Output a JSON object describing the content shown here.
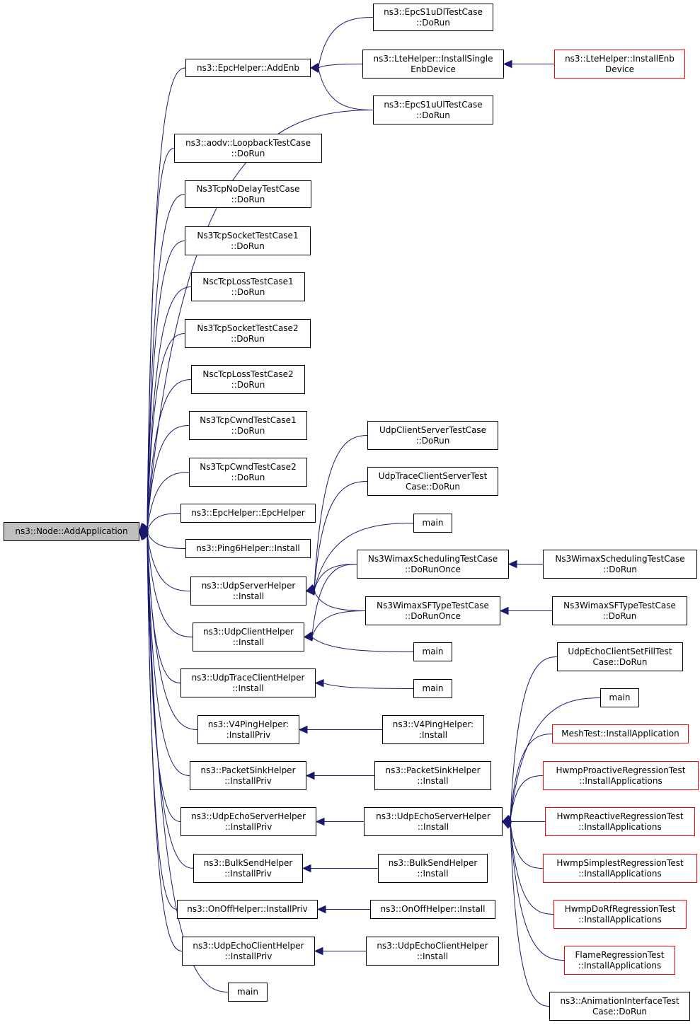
{
  "colors": {
    "edge": "#191970",
    "border": "#000000",
    "border_external": "#ff0000",
    "root_fill": "#bfbfbf",
    "fill": "#ffffff"
  },
  "nodes": [
    {
      "id": "root",
      "lines": [
        "ns3::Node::AddApplication"
      ],
      "style": "root"
    },
    {
      "id": "epchelper-addenb",
      "lines": [
        "ns3::EpcHelper::AddEnb"
      ]
    },
    {
      "id": "epcs1udl",
      "lines": [
        "ns3::EpcS1uDlTestCase",
        "::DoRun"
      ]
    },
    {
      "id": "ltehelper-single",
      "lines": [
        "ns3::LteHelper::InstallSingle",
        "EnbDevice"
      ]
    },
    {
      "id": "ltehelper-enb",
      "lines": [
        "ns3::LteHelper::InstallEnb",
        "Device"
      ],
      "style": "red"
    },
    {
      "id": "epcs1uul",
      "lines": [
        "ns3::EpcS1uUlTestCase",
        "::DoRun"
      ]
    },
    {
      "id": "aodv-loopback",
      "lines": [
        "ns3::aodv::LoopbackTestCase",
        "::DoRun"
      ]
    },
    {
      "id": "tcpnodelay",
      "lines": [
        "Ns3TcpNoDelayTestCase",
        "::DoRun"
      ]
    },
    {
      "id": "tcpsocket1",
      "lines": [
        "Ns3TcpSocketTestCase1",
        "::DoRun"
      ]
    },
    {
      "id": "nsctcploss1",
      "lines": [
        "NscTcpLossTestCase1",
        "::DoRun"
      ]
    },
    {
      "id": "tcpsocket2",
      "lines": [
        "Ns3TcpSocketTestCase2",
        "::DoRun"
      ]
    },
    {
      "id": "nsctcploss2",
      "lines": [
        "NscTcpLossTestCase2",
        "::DoRun"
      ]
    },
    {
      "id": "tcpcwnd1",
      "lines": [
        "Ns3TcpCwndTestCase1",
        "::DoRun"
      ]
    },
    {
      "id": "tcpcwnd2",
      "lines": [
        "Ns3TcpCwndTestCase2",
        "::DoRun"
      ]
    },
    {
      "id": "epchelper-ctor",
      "lines": [
        "ns3::EpcHelper::EpcHelper"
      ]
    },
    {
      "id": "ping6-install",
      "lines": [
        "ns3::Ping6Helper::Install"
      ]
    },
    {
      "id": "udpserver-install",
      "lines": [
        "ns3::UdpServerHelper",
        "::Install"
      ]
    },
    {
      "id": "udpclient-install",
      "lines": [
        "ns3::UdpClientHelper",
        "::Install"
      ]
    },
    {
      "id": "udptrace-install",
      "lines": [
        "ns3::UdpTraceClientHelper",
        "::Install"
      ]
    },
    {
      "id": "v4ping-priv",
      "lines": [
        "ns3::V4PingHelper:",
        ":InstallPriv"
      ]
    },
    {
      "id": "packetsink-priv",
      "lines": [
        "ns3::PacketSinkHelper",
        "::InstallPriv"
      ]
    },
    {
      "id": "udpechoserver-priv",
      "lines": [
        "ns3::UdpEchoServerHelper",
        "::InstallPriv"
      ]
    },
    {
      "id": "bulksend-priv",
      "lines": [
        "ns3::BulkSendHelper",
        "::InstallPriv"
      ]
    },
    {
      "id": "onoff-priv",
      "lines": [
        "ns3::OnOffHelper::InstallPriv"
      ]
    },
    {
      "id": "udpechoclient-priv",
      "lines": [
        "ns3::UdpEchoClientHelper",
        "::InstallPriv"
      ]
    },
    {
      "id": "main-root",
      "lines": [
        "main"
      ]
    },
    {
      "id": "udpclientserver-test",
      "lines": [
        "UdpClientServerTestCase",
        "::DoRun"
      ]
    },
    {
      "id": "udptraceclientserver-test",
      "lines": [
        "UdpTraceClientServerTest",
        "Case::DoRun"
      ]
    },
    {
      "id": "main-1",
      "lines": [
        "main"
      ]
    },
    {
      "id": "wimaxsched-once",
      "lines": [
        "Ns3WimaxSchedulingTestCase",
        "::DoRunOnce"
      ]
    },
    {
      "id": "wimaxsched-run",
      "lines": [
        "Ns3WimaxSchedulingTestCase",
        "::DoRun"
      ]
    },
    {
      "id": "wimaxsf-once",
      "lines": [
        "Ns3WimaxSFTypeTestCase",
        "::DoRunOnce"
      ]
    },
    {
      "id": "wimaxsf-run",
      "lines": [
        "Ns3WimaxSFTypeTestCase",
        "::DoRun"
      ]
    },
    {
      "id": "main-2",
      "lines": [
        "main"
      ]
    },
    {
      "id": "main-3",
      "lines": [
        "main"
      ]
    },
    {
      "id": "v4ping-install",
      "lines": [
        "ns3::V4PingHelper:",
        ":Install"
      ]
    },
    {
      "id": "packetsink-install",
      "lines": [
        "ns3::PacketSinkHelper",
        "::Install"
      ]
    },
    {
      "id": "udpechoserver-install",
      "lines": [
        "ns3::UdpEchoServerHelper",
        "::Install"
      ]
    },
    {
      "id": "bulksend-install",
      "lines": [
        "ns3::BulkSendHelper",
        "::Install"
      ]
    },
    {
      "id": "onoff-install",
      "lines": [
        "ns3::OnOffHelper::Install"
      ]
    },
    {
      "id": "udpechoclient-install",
      "lines": [
        "ns3::UdpEchoClientHelper",
        "::Install"
      ]
    },
    {
      "id": "udpechoclientsetfill",
      "lines": [
        "UdpEchoClientSetFillTest",
        "Case::DoRun"
      ]
    },
    {
      "id": "main-4",
      "lines": [
        "main"
      ]
    },
    {
      "id": "meshtest",
      "lines": [
        "MeshTest::InstallApplication"
      ],
      "style": "red"
    },
    {
      "id": "hwmpproactive",
      "lines": [
        "HwmpProactiveRegressionTest",
        "::InstallApplications"
      ],
      "style": "red"
    },
    {
      "id": "hwmpreactive",
      "lines": [
        "HwmpReactiveRegressionTest",
        "::InstallApplications"
      ],
      "style": "red"
    },
    {
      "id": "hwmpsimplest",
      "lines": [
        "HwmpSimplestRegressionTest",
        "::InstallApplications"
      ],
      "style": "red"
    },
    {
      "id": "hwmpdorf",
      "lines": [
        "HwmpDoRfRegressionTest",
        "::InstallApplications"
      ],
      "style": "red"
    },
    {
      "id": "flame",
      "lines": [
        "FlameRegressionTest",
        "::InstallApplications"
      ],
      "style": "red"
    },
    {
      "id": "animation",
      "lines": [
        "ns3::AnimationInterfaceTest",
        "Case::DoRun"
      ]
    }
  ],
  "edges": [
    [
      "epchelper-addenb",
      "root"
    ],
    [
      "epcs1uul",
      "root"
    ],
    [
      "aodv-loopback",
      "root"
    ],
    [
      "tcpnodelay",
      "root"
    ],
    [
      "tcpsocket1",
      "root"
    ],
    [
      "nsctcploss1",
      "root"
    ],
    [
      "tcpsocket2",
      "root"
    ],
    [
      "nsctcploss2",
      "root"
    ],
    [
      "tcpcwnd1",
      "root"
    ],
    [
      "tcpcwnd2",
      "root"
    ],
    [
      "epchelper-ctor",
      "root"
    ],
    [
      "ping6-install",
      "root"
    ],
    [
      "udpserver-install",
      "root"
    ],
    [
      "udpclient-install",
      "root"
    ],
    [
      "udptrace-install",
      "root"
    ],
    [
      "v4ping-priv",
      "root"
    ],
    [
      "packetsink-priv",
      "root"
    ],
    [
      "udpechoserver-priv",
      "root"
    ],
    [
      "bulksend-priv",
      "root"
    ],
    [
      "onoff-priv",
      "root"
    ],
    [
      "udpechoclient-priv",
      "root"
    ],
    [
      "main-root",
      "root"
    ],
    [
      "epcs1udl",
      "epchelper-addenb"
    ],
    [
      "ltehelper-single",
      "epchelper-addenb"
    ],
    [
      "epcs1uul",
      "epchelper-addenb"
    ],
    [
      "ltehelper-enb",
      "ltehelper-single"
    ],
    [
      "udpclientserver-test",
      "udpserver-install"
    ],
    [
      "udptraceclientserver-test",
      "udpserver-install"
    ],
    [
      "main-1",
      "udpserver-install"
    ],
    [
      "wimaxsched-once",
      "udpserver-install"
    ],
    [
      "wimaxsf-once",
      "udpserver-install"
    ],
    [
      "wimaxsched-once",
      "udpclient-install"
    ],
    [
      "wimaxsf-once",
      "udpclient-install"
    ],
    [
      "main-2",
      "udpclient-install"
    ],
    [
      "wimaxsched-run",
      "wimaxsched-once"
    ],
    [
      "wimaxsf-run",
      "wimaxsf-once"
    ],
    [
      "main-3",
      "udptrace-install"
    ],
    [
      "v4ping-install",
      "v4ping-priv"
    ],
    [
      "packetsink-install",
      "packetsink-priv"
    ],
    [
      "udpechoserver-install",
      "udpechoserver-priv"
    ],
    [
      "bulksend-install",
      "bulksend-priv"
    ],
    [
      "onoff-install",
      "onoff-priv"
    ],
    [
      "udpechoclient-install",
      "udpechoclient-priv"
    ],
    [
      "udpechoclientsetfill",
      "udpechoserver-install"
    ],
    [
      "main-4",
      "udpechoserver-install"
    ],
    [
      "meshtest",
      "udpechoserver-install"
    ],
    [
      "hwmpproactive",
      "udpechoserver-install"
    ],
    [
      "hwmpreactive",
      "udpechoserver-install"
    ],
    [
      "hwmpsimplest",
      "udpechoserver-install"
    ],
    [
      "hwmpdorf",
      "udpechoserver-install"
    ],
    [
      "flame",
      "udpechoserver-install"
    ],
    [
      "animation",
      "udpechoserver-install"
    ]
  ]
}
